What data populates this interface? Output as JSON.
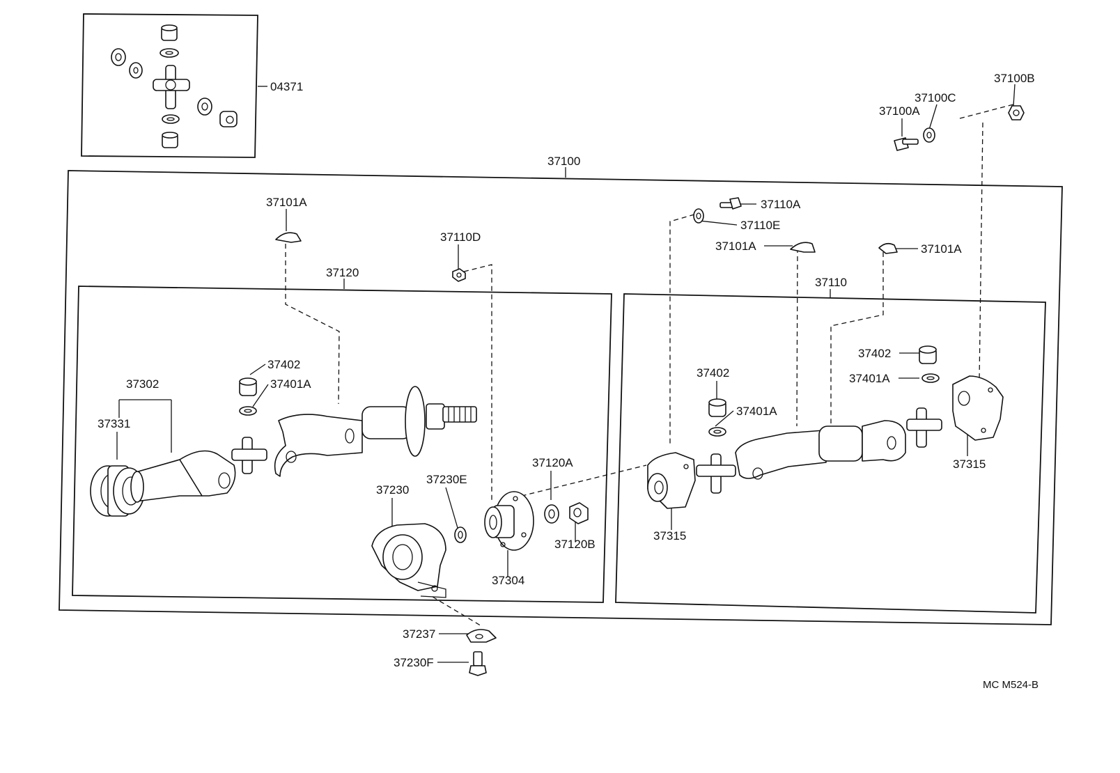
{
  "labels": {
    "p04371": "04371",
    "p37100": "37100",
    "p37100A": "37100A",
    "p37100B": "37100B",
    "p37100C": "37100C",
    "p37101A_left": "37101A",
    "p37110D": "37110D",
    "p37120": "37120",
    "p37110A": "37110A",
    "p37110E": "37110E",
    "p37101A_mid": "37101A",
    "p37101A_right": "37101A",
    "p37110": "37110",
    "p37402_left": "37402",
    "p37401A_left": "37401A",
    "p37302": "37302",
    "p37331": "37331",
    "p37230": "37230",
    "p37230E": "37230E",
    "p37120A": "37120A",
    "p37120B": "37120B",
    "p37304": "37304",
    "p37237": "37237",
    "p37230F": "37230F",
    "p37402_mid": "37402",
    "p37401A_mid": "37401A",
    "p37315_mid": "37315",
    "p37402_right": "37402",
    "p37401A_right": "37401A",
    "p37315_right": "37315",
    "drawing_code": "MC M524-B"
  }
}
